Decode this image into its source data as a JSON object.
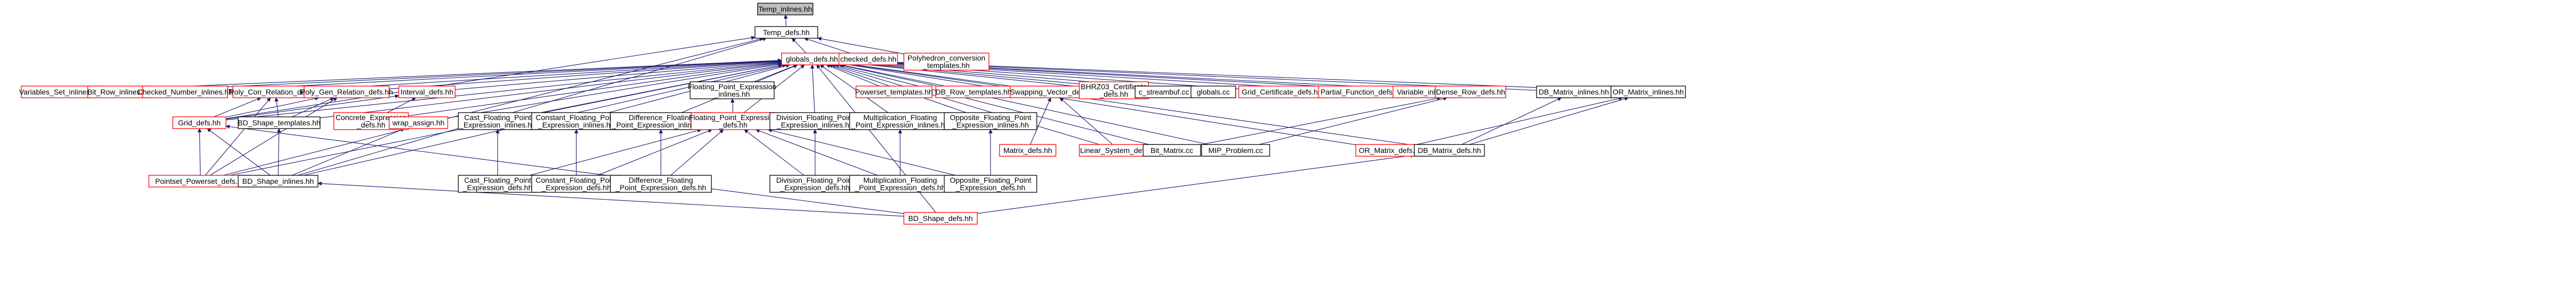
{
  "colors": {
    "background": "#ffffff",
    "edge": "#191970",
    "node_border_default": "#000000",
    "node_border_link": "#ff0000",
    "node_fill_default": "#ffffff",
    "node_fill_root": "#bfbfbf",
    "text": "#000000"
  },
  "nodes": [
    {
      "id": "temp_inlines",
      "lines": [
        "Temp_inlines.hh"
      ],
      "style": "root"
    },
    {
      "id": "temp_defs",
      "lines": [
        "Temp_defs.hh"
      ],
      "style": "plain"
    },
    {
      "id": "globals_defs",
      "lines": [
        "globals_defs.hh"
      ],
      "style": "link"
    },
    {
      "id": "checked_defs",
      "lines": [
        "checked_defs.hh"
      ],
      "style": "link"
    },
    {
      "id": "polyhedron_conversion",
      "lines": [
        "Polyhedron_conversion",
        "_templates.hh"
      ],
      "style": "link"
    },
    {
      "id": "variables_set_inlines",
      "lines": [
        "Variables_Set_inlines.hh"
      ],
      "style": "link"
    },
    {
      "id": "bit_row_inlines",
      "lines": [
        "Bit_Row_inlines.hh"
      ],
      "style": "link"
    },
    {
      "id": "checked_number_inlines",
      "lines": [
        "Checked_Number_inlines.hh"
      ],
      "style": "link"
    },
    {
      "id": "poly_con_relation_defs",
      "lines": [
        "Poly_Con_Relation_defs.hh"
      ],
      "style": "link"
    },
    {
      "id": "poly_gen_relation_defs",
      "lines": [
        "Poly_Gen_Relation_defs.hh"
      ],
      "style": "link"
    },
    {
      "id": "interval_defs",
      "lines": [
        "Interval_defs.hh"
      ],
      "style": "link"
    },
    {
      "id": "fp_expression_inlines",
      "lines": [
        "Floating_Point_Expression",
        "_inlines.hh"
      ],
      "style": "plain"
    },
    {
      "id": "powerset_templates",
      "lines": [
        "Powerset_templates.hh"
      ],
      "style": "link"
    },
    {
      "id": "db_row_templates",
      "lines": [
        "DB_Row_templates.hh"
      ],
      "style": "link"
    },
    {
      "id": "swapping_vector_defs",
      "lines": [
        "Swapping_Vector_defs.hh"
      ],
      "style": "link"
    },
    {
      "id": "bhrz03_certificate_defs",
      "lines": [
        "BHRZ03_Certificate",
        "_defs.hh"
      ],
      "style": "link"
    },
    {
      "id": "c_streambuf",
      "lines": [
        "c_streambuf.cc"
      ],
      "style": "plain"
    },
    {
      "id": "globals_cc",
      "lines": [
        "globals.cc"
      ],
      "style": "plain"
    },
    {
      "id": "grid_certificate_defs",
      "lines": [
        "Grid_Certificate_defs.hh"
      ],
      "style": "link"
    },
    {
      "id": "partial_function_defs",
      "lines": [
        "Partial_Function_defs.hh"
      ],
      "style": "link"
    },
    {
      "id": "variable_inlines",
      "lines": [
        "Variable_inlines.hh"
      ],
      "style": "link"
    },
    {
      "id": "dense_row_defs",
      "lines": [
        "Dense_Row_defs.hh"
      ],
      "style": "link"
    },
    {
      "id": "db_matrix_inlines",
      "lines": [
        "DB_Matrix_inlines.hh"
      ],
      "style": "plain"
    },
    {
      "id": "or_matrix_inlines",
      "lines": [
        "OR_Matrix_inlines.hh"
      ],
      "style": "plain"
    },
    {
      "id": "grid_defs",
      "lines": [
        "Grid_defs.hh"
      ],
      "style": "link"
    },
    {
      "id": "bd_shape_templates",
      "lines": [
        "BD_Shape_templates.hh"
      ],
      "style": "plain"
    },
    {
      "id": "concrete_expression_defs",
      "lines": [
        "Concrete_Expression",
        "_defs.hh"
      ],
      "style": "link"
    },
    {
      "id": "wrap_assign",
      "lines": [
        "wrap_assign.hh"
      ],
      "style": "link"
    },
    {
      "id": "cast_fp_expression_inlines",
      "lines": [
        "Cast_Floating_Point",
        "_Expression_inlines.hh"
      ],
      "style": "plain"
    },
    {
      "id": "const_fp_expression_inlines",
      "lines": [
        "Constant_Floating_Point",
        "_Expression_inlines.hh"
      ],
      "style": "plain"
    },
    {
      "id": "diff_fp_expression_inlines",
      "lines": [
        "Difference_Floating",
        "_Point_Expression_inlines.hh"
      ],
      "style": "plain"
    },
    {
      "id": "fp_expression_defs",
      "lines": [
        "Floating_Point_Expression",
        "_defs.hh"
      ],
      "style": "link"
    },
    {
      "id": "div_fp_expression_inlines",
      "lines": [
        "Division_Floating_Point",
        "_Expression_inlines.hh"
      ],
      "style": "plain"
    },
    {
      "id": "mult_fp_expression_inlines",
      "lines": [
        "Multiplication_Floating",
        "_Point_Expression_inlines.hh"
      ],
      "style": "plain"
    },
    {
      "id": "opp_fp_expression_inlines",
      "lines": [
        "Opposite_Floating_Point",
        "_Expression_inlines.hh"
      ],
      "style": "plain"
    },
    {
      "id": "matrix_defs",
      "lines": [
        "Matrix_defs.hh"
      ],
      "style": "link"
    },
    {
      "id": "linear_system_defs",
      "lines": [
        "Linear_System_defs.hh"
      ],
      "style": "link"
    },
    {
      "id": "bit_matrix",
      "lines": [
        "Bit_Matrix.cc"
      ],
      "style": "plain"
    },
    {
      "id": "mip_problem",
      "lines": [
        "MIP_Problem.cc"
      ],
      "style": "plain"
    },
    {
      "id": "or_matrix_defs",
      "lines": [
        "OR_Matrix_defs.hh"
      ],
      "style": "link"
    },
    {
      "id": "db_matrix_defs",
      "lines": [
        "DB_Matrix_defs.hh"
      ],
      "style": "plain"
    },
    {
      "id": "pointset_powerset_defs",
      "lines": [
        "Pointset_Powerset_defs.hh"
      ],
      "style": "link"
    },
    {
      "id": "bd_shape_inlines",
      "lines": [
        "BD_Shape_inlines.hh"
      ],
      "style": "plain"
    },
    {
      "id": "cast_fp_expression_defs",
      "lines": [
        "Cast_Floating_Point",
        "_Expression_defs.hh"
      ],
      "style": "plain"
    },
    {
      "id": "const_fp_expression_defs",
      "lines": [
        "Constant_Floating_Point",
        "_Expression_defs.hh"
      ],
      "style": "plain"
    },
    {
      "id": "diff_fp_expression_defs",
      "lines": [
        "Difference_Floating",
        "_Point_Expression_defs.hh"
      ],
      "style": "plain"
    },
    {
      "id": "div_fp_expression_defs",
      "lines": [
        "Division_Floating_Point",
        "_Expression_defs.hh"
      ],
      "style": "plain"
    },
    {
      "id": "mult_fp_expression_defs",
      "lines": [
        "Multiplication_Floating",
        "_Point_Expression_defs.hh"
      ],
      "style": "plain"
    },
    {
      "id": "opp_fp_expression_defs",
      "lines": [
        "Opposite_Floating_Point",
        "_Expression_defs.hh"
      ],
      "style": "plain"
    },
    {
      "id": "bd_shape_defs",
      "lines": [
        "BD_Shape_defs.hh"
      ],
      "style": "link"
    }
  ],
  "edges": [
    [
      "temp_defs",
      "temp_inlines"
    ],
    [
      "globals_defs",
      "temp_defs"
    ],
    [
      "checked_defs",
      "temp_defs"
    ],
    [
      "polyhedron_conversion",
      "temp_defs"
    ],
    [
      "grid_defs",
      "temp_defs"
    ],
    [
      "bd_shape_inlines",
      "temp_defs"
    ],
    [
      "pointset_powerset_defs",
      "temp_defs"
    ],
    [
      "checked_defs",
      "globals_defs"
    ],
    [
      "variables_set_inlines",
      "globals_defs"
    ],
    [
      "bit_row_inlines",
      "globals_defs"
    ],
    [
      "checked_number_inlines",
      "globals_defs"
    ],
    [
      "poly_con_relation_defs",
      "globals_defs"
    ],
    [
      "poly_gen_relation_defs",
      "globals_defs"
    ],
    [
      "interval_defs",
      "globals_defs"
    ],
    [
      "fp_expression_inlines",
      "globals_defs"
    ],
    [
      "powerset_templates",
      "globals_defs"
    ],
    [
      "db_row_templates",
      "globals_defs"
    ],
    [
      "swapping_vector_defs",
      "globals_defs"
    ],
    [
      "bhrz03_certificate_defs",
      "globals_defs"
    ],
    [
      "c_streambuf",
      "globals_defs"
    ],
    [
      "globals_cc",
      "globals_defs"
    ],
    [
      "grid_certificate_defs",
      "globals_defs"
    ],
    [
      "partial_function_defs",
      "globals_defs"
    ],
    [
      "variable_inlines",
      "globals_defs"
    ],
    [
      "dense_row_defs",
      "globals_defs"
    ],
    [
      "db_matrix_inlines",
      "globals_defs"
    ],
    [
      "or_matrix_inlines",
      "globals_defs"
    ],
    [
      "grid_defs",
      "globals_defs"
    ],
    [
      "bd_shape_templates",
      "globals_defs"
    ],
    [
      "concrete_expression_defs",
      "globals_defs"
    ],
    [
      "wrap_assign",
      "globals_defs"
    ],
    [
      "cast_fp_expression_inlines",
      "globals_defs"
    ],
    [
      "const_fp_expression_inlines",
      "globals_defs"
    ],
    [
      "diff_fp_expression_inlines",
      "globals_defs"
    ],
    [
      "fp_expression_defs",
      "globals_defs"
    ],
    [
      "div_fp_expression_inlines",
      "globals_defs"
    ],
    [
      "mult_fp_expression_inlines",
      "globals_defs"
    ],
    [
      "opp_fp_expression_inlines",
      "globals_defs"
    ],
    [
      "linear_system_defs",
      "globals_defs"
    ],
    [
      "bit_matrix",
      "globals_defs"
    ],
    [
      "mip_problem",
      "globals_defs"
    ],
    [
      "or_matrix_defs",
      "globals_defs"
    ],
    [
      "db_matrix_defs",
      "globals_defs"
    ],
    [
      "bd_shape_inlines",
      "globals_defs"
    ],
    [
      "pointset_powerset_defs",
      "globals_defs"
    ],
    [
      "bd_shape_defs",
      "globals_defs"
    ],
    [
      "grid_defs",
      "poly_con_relation_defs"
    ],
    [
      "bd_shape_templates",
      "poly_con_relation_defs"
    ],
    [
      "pointset_powerset_defs",
      "poly_con_relation_defs"
    ],
    [
      "grid_defs",
      "poly_gen_relation_defs"
    ],
    [
      "bd_shape_templates",
      "poly_gen_relation_defs"
    ],
    [
      "pointset_powerset_defs",
      "poly_gen_relation_defs"
    ],
    [
      "grid_defs",
      "interval_defs"
    ],
    [
      "concrete_expression_defs",
      "interval_defs"
    ],
    [
      "pointset_powerset_defs",
      "grid_defs"
    ],
    [
      "bd_shape_inlines",
      "grid_defs"
    ],
    [
      "bd_shape_inlines",
      "bd_shape_templates"
    ],
    [
      "bd_shape_inlines",
      "wrap_assign"
    ],
    [
      "bd_shape_defs",
      "bd_shape_inlines"
    ],
    [
      "bd_shape_defs",
      "grid_defs"
    ],
    [
      "fp_expression_defs",
      "fp_expression_inlines"
    ],
    [
      "cast_fp_expression_defs",
      "fp_expression_defs"
    ],
    [
      "const_fp_expression_defs",
      "fp_expression_defs"
    ],
    [
      "diff_fp_expression_defs",
      "fp_expression_defs"
    ],
    [
      "div_fp_expression_defs",
      "fp_expression_defs"
    ],
    [
      "mult_fp_expression_defs",
      "fp_expression_defs"
    ],
    [
      "opp_fp_expression_defs",
      "fp_expression_defs"
    ],
    [
      "cast_fp_expression_defs",
      "cast_fp_expression_inlines"
    ],
    [
      "const_fp_expression_defs",
      "const_fp_expression_inlines"
    ],
    [
      "diff_fp_expression_defs",
      "diff_fp_expression_inlines"
    ],
    [
      "div_fp_expression_defs",
      "div_fp_expression_inlines"
    ],
    [
      "mult_fp_expression_defs",
      "mult_fp_expression_inlines"
    ],
    [
      "opp_fp_expression_defs",
      "opp_fp_expression_inlines"
    ],
    [
      "matrix_defs",
      "swapping_vector_defs"
    ],
    [
      "linear_system_defs",
      "swapping_vector_defs"
    ],
    [
      "bit_matrix",
      "dense_row_defs"
    ],
    [
      "mip_problem",
      "dense_row_defs"
    ],
    [
      "db_matrix_defs",
      "db_matrix_inlines"
    ],
    [
      "db_matrix_defs",
      "or_matrix_inlines"
    ],
    [
      "or_matrix_defs",
      "or_matrix_inlines"
    ],
    [
      "bd_shape_defs",
      "db_matrix_defs"
    ]
  ]
}
